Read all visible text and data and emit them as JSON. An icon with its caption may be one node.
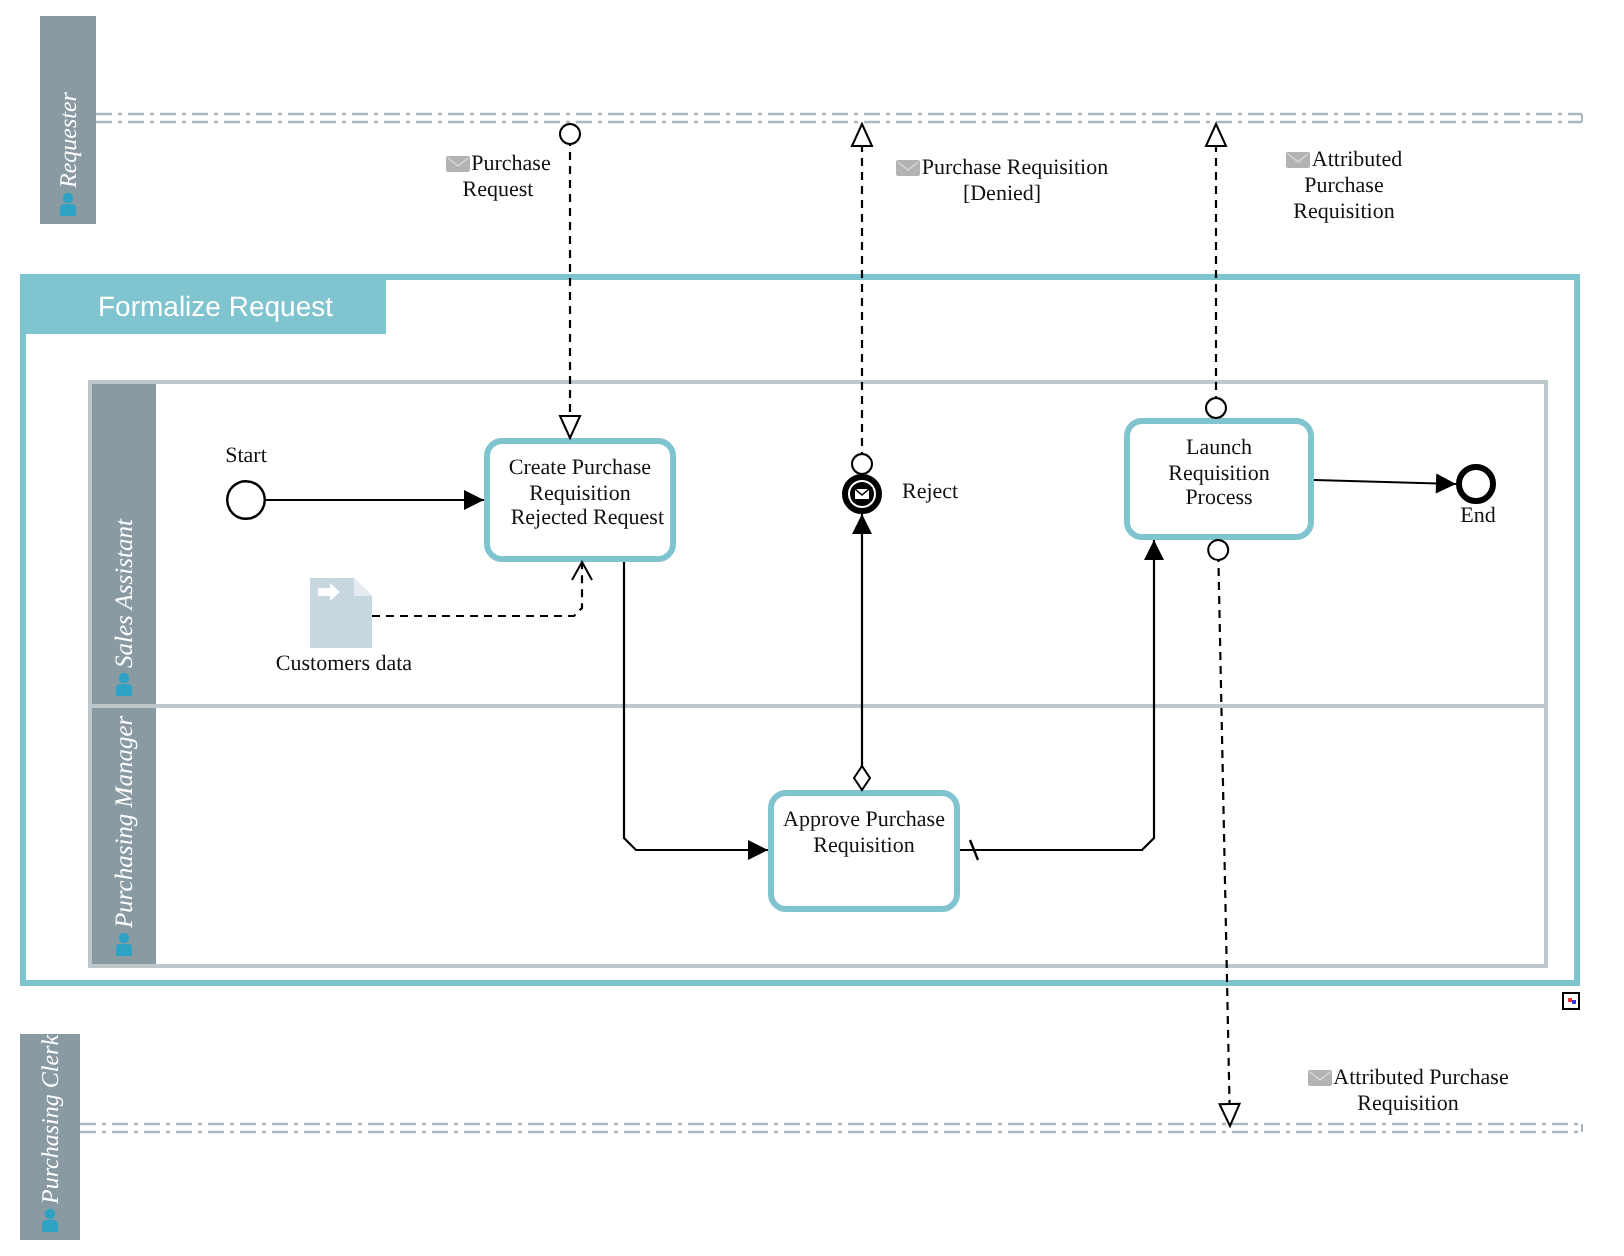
{
  "diagram": {
    "nodes": [
      {
        "text": [
          "Requester"
        ]
      },
      {
        "text": [
          "Formalize Request"
        ]
      },
      {
        "text": [
          "Sales Assistant"
        ],
        "in": 1
      },
      {
        "text": [
          "Purchasing Manager"
        ],
        "in": 1
      },
      {
        "text": [
          "Start"
        ],
        "in": 2
      },
      {
        "text": [
          "Create Purchase Requisition",
          "Rejected Request"
        ],
        "in": 2
      },
      {
        "text": [
          "Customers data"
        ],
        "in": 2
      },
      {
        "text": [
          "Reject"
        ],
        "in": 2
      },
      {
        "text": [
          "Launch Requisition Process"
        ],
        "in": 2
      },
      {
        "text": [
          "End"
        ],
        "in": 2
      },
      {
        "text": [
          "Approve Purchase Requisition"
        ],
        "in": 3
      },
      {
        "text": [
          "Purchasing Clerk"
        ]
      }
    ],
    "edges": [
      {
        "from": 0,
        "to": 5,
        "arrow": "to",
        "label": "Purchase Request",
        "style": "dashed"
      },
      {
        "from": 7,
        "to": 0,
        "arrow": "to",
        "label": "Purchase Requisition [Denied]",
        "style": "dashed"
      },
      {
        "from": 8,
        "to": 0,
        "arrow": "to",
        "label": "Attributed Purchase Requisition",
        "style": "dashed"
      },
      {
        "from": 8,
        "to": 11,
        "arrow": "to",
        "label": "Attributed Purchase Requisition",
        "style": "dashed"
      },
      {
        "from": 4,
        "to": 5,
        "arrow": "to"
      },
      {
        "from": 6,
        "to": 5,
        "arrow": "to",
        "style": "dashed"
      },
      {
        "from": 5,
        "to": 10,
        "arrow": "to"
      },
      {
        "from": 10,
        "to": 7,
        "arrow": "to"
      },
      {
        "from": 10,
        "to": 8,
        "arrow": "to"
      },
      {
        "from": 8,
        "to": 9,
        "arrow": "to"
      }
    ]
  }
}
